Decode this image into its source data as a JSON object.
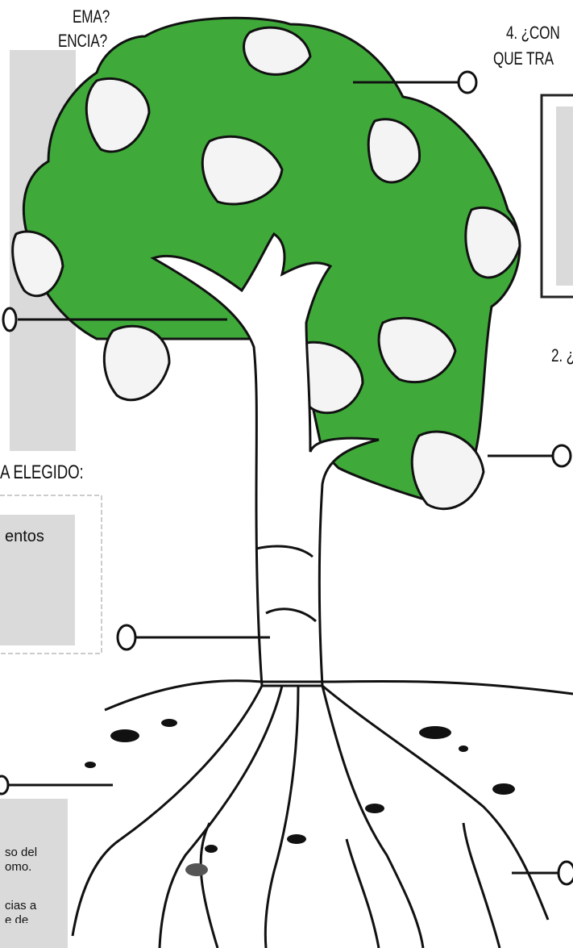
{
  "headings": {
    "top_left_line1": "EMA?",
    "top_left_line2": "ENCIA?",
    "top_right_line1": "4. ¿CON",
    "top_right_line2": "QUE TRA",
    "middle_left": "A ELEGIDO:",
    "right_question": "2. ¿"
  },
  "boxes": {
    "middle_left_text": "entos",
    "bottom_left_line1": "so del",
    "bottom_left_line2": "omo.",
    "bottom_left_line3": "cias a",
    "bottom_left_line4": "e de"
  },
  "colors": {
    "canopy": "#3faa3a",
    "leaf": "#f4f4f4",
    "outline": "#111111",
    "box_fill": "#dadada"
  }
}
